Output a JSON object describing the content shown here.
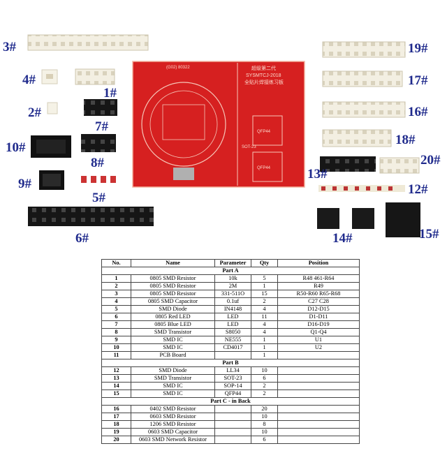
{
  "labels": {
    "l1": "1#",
    "l2": "2#",
    "l3": "3#",
    "l4": "4#",
    "l5": "5#",
    "l6": "6#",
    "l7": "7#",
    "l8": "8#",
    "l9": "9#",
    "l10": "10#",
    "l12": "12#",
    "l13": "13#",
    "l14": "14#",
    "l15": "15#",
    "l16": "16#",
    "l17": "17#",
    "l18": "18#",
    "l19": "19#",
    "l20": "20#"
  },
  "board": {
    "silk_rev": "(G02) 80322",
    "title_cn_1": "超级第二代",
    "title_cn_2": "SYSMTCJ-2018",
    "title_cn_3": "全贴片焊接练习板",
    "qfp_label": "QFP44",
    "sot_label": "SOT-23"
  },
  "table": {
    "headers": {
      "no": "No.",
      "name": "Name",
      "param": "Parameter",
      "qty": "Qty",
      "pos": "Position"
    },
    "part_a": "Part A",
    "part_b": "Part B",
    "part_c": "Part C - in Back",
    "rows_a": [
      {
        "no": "1",
        "name": "0805 SMD Resistor",
        "param": "10k",
        "qty": "5",
        "pos": "R48 461-R64"
      },
      {
        "no": "2",
        "name": "0805 SMD Resistor",
        "param": "2M",
        "qty": "1",
        "pos": "R49"
      },
      {
        "no": "3",
        "name": "0805 SMD Resistor",
        "param": "331-511O",
        "qty": "15",
        "pos": "R50-R60 R65-R68"
      },
      {
        "no": "4",
        "name": "0805 SMD Capacitor",
        "param": "0.1uf",
        "qty": "2",
        "pos": "C27 C28"
      },
      {
        "no": "5",
        "name": "SMD Diode",
        "param": "IN4148",
        "qty": "4",
        "pos": "D12-D15"
      },
      {
        "no": "6",
        "name": "0805 Red LED",
        "param": "LED",
        "qty": "11",
        "pos": "D1-D11"
      },
      {
        "no": "7",
        "name": "0805 Blue LED",
        "param": "LED",
        "qty": "4",
        "pos": "D16-D19"
      },
      {
        "no": "8",
        "name": "SMD Transistor",
        "param": "S8050",
        "qty": "4",
        "pos": "Q1-Q4"
      },
      {
        "no": "9",
        "name": "SMD IC",
        "param": "NE555",
        "qty": "1",
        "pos": "U1"
      },
      {
        "no": "10",
        "name": "SMD IC",
        "param": "CD4017",
        "qty": "1",
        "pos": "U2"
      },
      {
        "no": "11",
        "name": "PCB Board",
        "param": "",
        "qty": "1",
        "pos": ""
      }
    ],
    "rows_b": [
      {
        "no": "12",
        "name": "SMD Diode",
        "param": "LL34",
        "qty": "10",
        "pos": ""
      },
      {
        "no": "13",
        "name": "SMD Transistor",
        "param": "SOT-23",
        "qty": "6",
        "pos": ""
      },
      {
        "no": "14",
        "name": "SMD IC",
        "param": "SOP-14",
        "qty": "2",
        "pos": ""
      },
      {
        "no": "15",
        "name": "SMD IC",
        "param": "QFP44",
        "qty": "2",
        "pos": ""
      }
    ],
    "rows_c": [
      {
        "no": "16",
        "name": "0402 SMD Resistor",
        "param": "",
        "qty": "20",
        "pos": ""
      },
      {
        "no": "17",
        "name": "0603 SMD Resistor",
        "param": "",
        "qty": "10",
        "pos": ""
      },
      {
        "no": "18",
        "name": "1206 SMD Resistor",
        "param": "",
        "qty": "8",
        "pos": ""
      },
      {
        "no": "19",
        "name": "0603 SMD Capacitor",
        "param": "",
        "qty": "10",
        "pos": ""
      },
      {
        "no": "20",
        "name": "0603 SMD Network Resistor",
        "param": "",
        "qty": "6",
        "pos": ""
      }
    ]
  }
}
